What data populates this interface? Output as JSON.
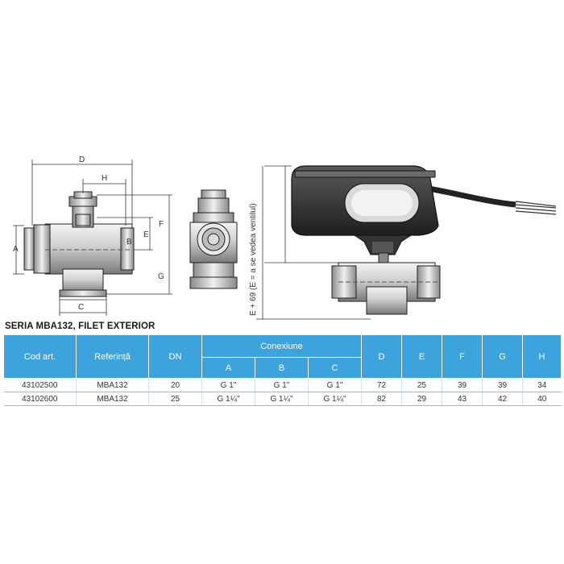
{
  "drawing": {
    "dim_labels": {
      "D": "D",
      "H": "H",
      "E": "E",
      "F": "F",
      "A": "A",
      "B": "B",
      "C": "C",
      "G": "G",
      "dim_69": "69",
      "vertical_note": "E + 69 (E = a se vedea ventilul)"
    }
  },
  "table": {
    "title": "SERIA MBA132, FILET EXTERIOR",
    "headers": {
      "cod": "Cod art.",
      "referinta": "Referință",
      "dn": "DN",
      "conexiune": "Conexiune",
      "a": "A",
      "b": "B",
      "c": "C",
      "d": "D",
      "e": "E",
      "f": "F",
      "g": "G",
      "h": "H"
    },
    "rows": [
      [
        "43102500",
        "MBA132",
        "20",
        "G 1\"",
        "G 1\"",
        "G 1\"",
        "72",
        "25",
        "39",
        "39",
        "34"
      ],
      [
        "43102600",
        "MBA132",
        "25",
        "G 1¼\"",
        "G 1¼\"",
        "G 1¼\"",
        "82",
        "29",
        "43",
        "42",
        "40"
      ]
    ]
  },
  "colors": {
    "header_blue": "#3da3dd",
    "line_dark": "#222222"
  }
}
